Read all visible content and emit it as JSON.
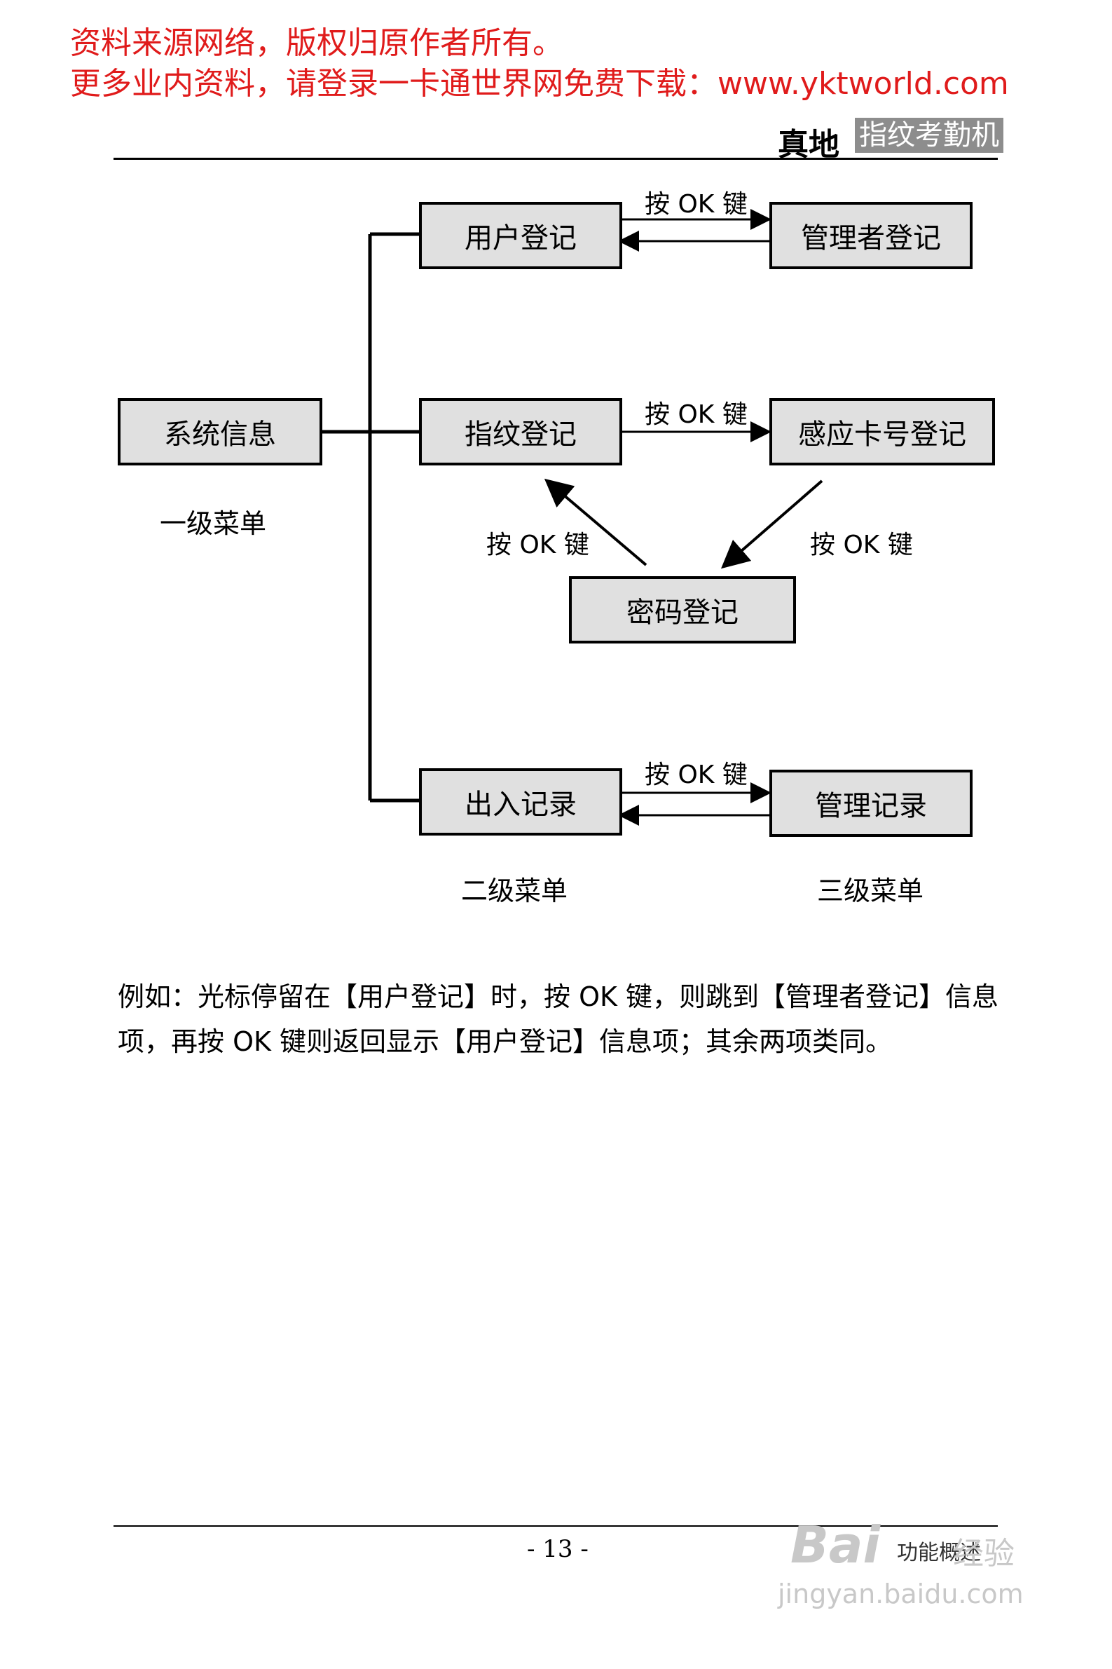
{
  "header": {
    "source_note": "资料来源网络，版权归原作者所有。",
    "download_note": "更多业内资料，请登录一卡通世界网免费下载：www.yktworld.com",
    "logo_text": "真地",
    "brand_title": "指纹考勤机"
  },
  "diagram": {
    "level1_box": "系统信息",
    "level2_boxes": [
      "用户登记",
      "指纹登记",
      "出入记录"
    ],
    "level3_boxes": [
      "管理者登记",
      "感应卡号登记",
      "管理记录"
    ],
    "password_box": "密码登记",
    "key_label": "按 OK 键",
    "captions": {
      "level1": "一级菜单",
      "level2": "二级菜单",
      "level3": "三级菜单"
    }
  },
  "body": {
    "paragraph": "例如：光标停留在【用户登记】时，按 OK 键，则跳到【管理者登记】信息项，再按 OK 键则返回显示【用户登记】信息项；其余两项类同。"
  },
  "footer": {
    "page_number": "- 13 -",
    "section_title": "功能概述"
  },
  "watermark": {
    "brand": "Bai",
    "brand_suffix": "经验",
    "url": "jingyan.baidu.com"
  }
}
